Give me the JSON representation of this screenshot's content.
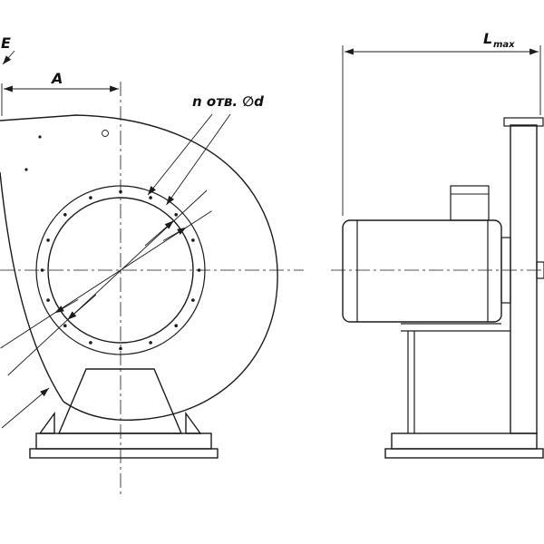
{
  "labels": {
    "dim_e": "E",
    "dim_a": "A",
    "holes_note": "n отв. ∅d",
    "dim_l": "L",
    "dim_l_subscript": "max"
  },
  "colors": {
    "line": "#1b1b1b",
    "background": "#ffffff"
  }
}
